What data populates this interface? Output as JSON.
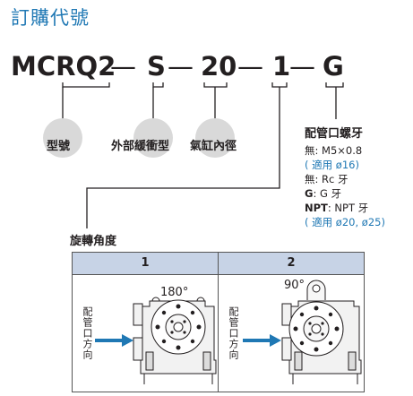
{
  "title": "訂購代號",
  "model_code": {
    "parts": [
      "MCRQ2",
      "—",
      "S",
      "—",
      "20",
      "—",
      "1",
      "—",
      "G"
    ]
  },
  "labels": {
    "type": "型號",
    "sensor": "外部緩衝型",
    "bore": "氣缸內徑",
    "port": "配管口螺牙"
  },
  "thread_options": [
    {
      "key": "無",
      "value": ": M5×0.8",
      "bold": false
    },
    {
      "key": "",
      "value": "( 適用 ø16)",
      "blue": true
    },
    {
      "key": "無",
      "value": ": Rc 牙",
      "bold": false
    },
    {
      "key": "G",
      "value": ": G 牙",
      "bold": true
    },
    {
      "key": "NPT",
      "value": ": NPT 牙",
      "bold": true
    },
    {
      "key": "",
      "value": "( 適用 ø20, ø25)",
      "blue": true
    }
  ],
  "rotation": {
    "title": "旋轉角度",
    "columns": [
      "1",
      "2"
    ],
    "angles": [
      "180°",
      "90°"
    ],
    "side_label": "配管口方向"
  },
  "colors": {
    "title_blue": "#1f78b4",
    "arrow_blue": "#1f78b4",
    "header_bg": "#c7d3e6"
  }
}
